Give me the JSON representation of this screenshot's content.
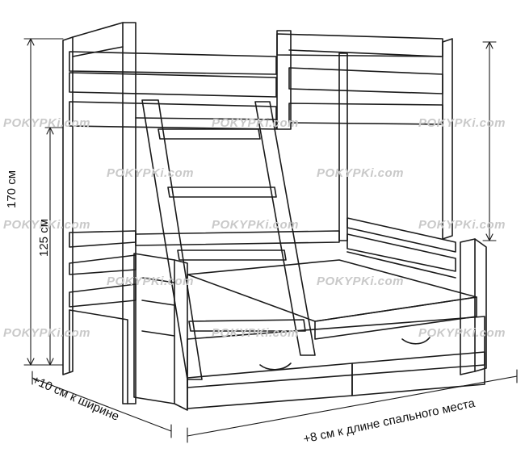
{
  "diagram": {
    "type": "bunk-bed-line-drawing",
    "dimensions": {
      "height_total": "170 см",
      "height_lower": "125 см",
      "width_note": "+10 см к ширине",
      "length_note": "+8 см к длине спального места"
    },
    "watermark": "POKYPKi.com",
    "colors": {
      "line": "#1a1a1a",
      "watermark": "#c9c9c9",
      "background": "#ffffff"
    }
  }
}
